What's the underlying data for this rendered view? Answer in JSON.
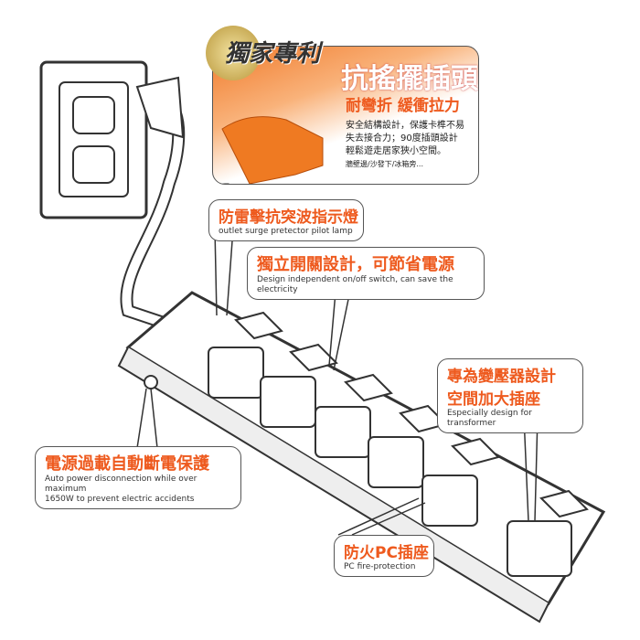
{
  "feature": {
    "badge": "獨家專利",
    "title": "抗搖擺插頭",
    "subtitle": "耐彎折 緩衝拉力",
    "lines": [
      "安全結構設計，保護卡榫不易",
      "失去接合力；90度插頭設計",
      "輕鬆遊走居家狹小空間。"
    ],
    "small": "牆壁邊/沙發下/冰箱旁..."
  },
  "callouts": {
    "pilot": {
      "zh": "防雷擊抗突波指示燈",
      "en": "outlet surge pretector pilot lamp"
    },
    "switch": {
      "zh": "獨立開關設計，可節省電源",
      "en": "Design independent on/off switch, can save the electricity"
    },
    "transformer": {
      "zh1": "專為變壓器設計",
      "zh2": "空間加大插座",
      "en": "Especially design for transformer"
    },
    "overload": {
      "zh": "電源過載自動斷電保護",
      "en1": "Auto power disconnection while over maximum",
      "en2": "1650W to prevent electric accidents"
    },
    "pc": {
      "zh": "防火PC插座",
      "en": "PC fire-protection"
    }
  },
  "colors": {
    "accent": "#ee5a1e",
    "plug": "#ef7a22"
  }
}
